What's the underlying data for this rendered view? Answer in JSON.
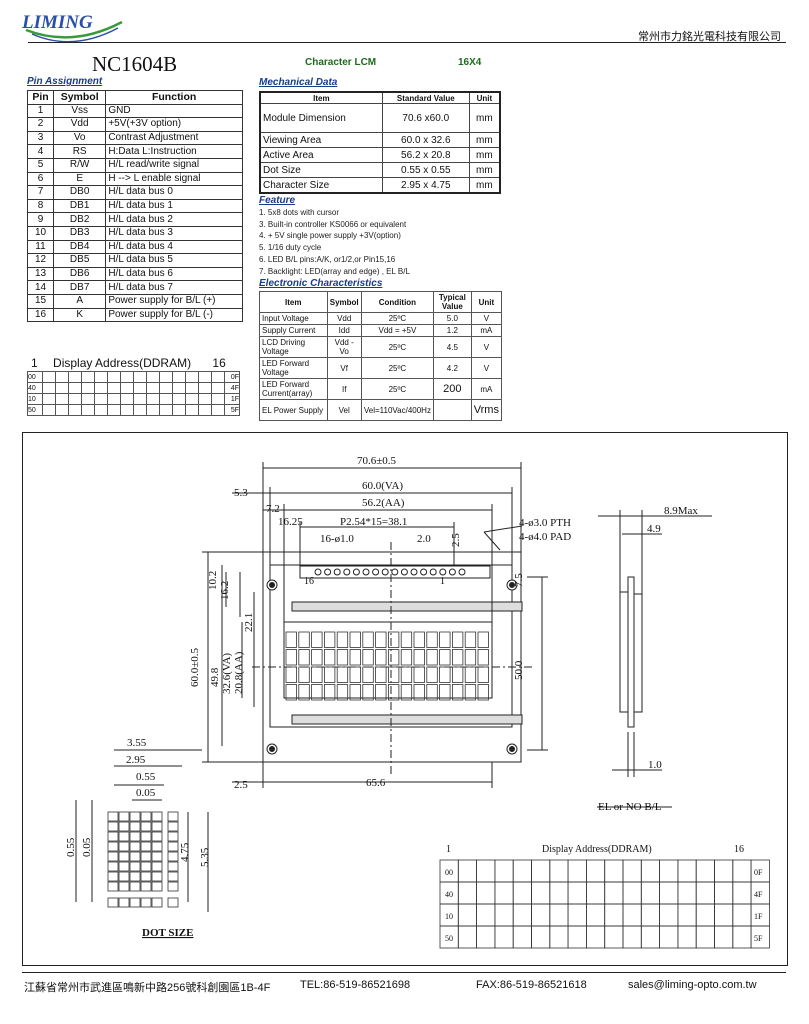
{
  "brand": "LIMING",
  "company": "常州市力銘光電科技有限公司",
  "model": "NC1604B",
  "char_type": "Character LCM",
  "char_size": "16X4",
  "pin_section": "Pin Assignment",
  "pin_headers": [
    "Pin",
    "Symbol",
    "Function"
  ],
  "pins": [
    [
      "1",
      "Vss",
      "GND"
    ],
    [
      "2",
      "Vdd",
      "+5V(+3V option)"
    ],
    [
      "3",
      "Vo",
      "Contrast Adjustment"
    ],
    [
      "4",
      "RS",
      "H:Data L:Instruction"
    ],
    [
      "5",
      "R/W",
      "H/L read/write signal"
    ],
    [
      "6",
      "E",
      "H --> L enable signal"
    ],
    [
      "7",
      "DB0",
      "H/L data bus 0"
    ],
    [
      "8",
      "DB1",
      "H/L data bus 1"
    ],
    [
      "9",
      "DB2",
      "H/L data bus 2"
    ],
    [
      "10",
      "DB3",
      "H/L data bus 3"
    ],
    [
      "11",
      "DB4",
      "H/L data bus 4"
    ],
    [
      "12",
      "DB5",
      "H/L data bus 5"
    ],
    [
      "13",
      "DB6",
      "H/L data bus 6"
    ],
    [
      "14",
      "DB7",
      "H/L data bus 7"
    ],
    [
      "15",
      "A",
      "Power supply for B/L (+)"
    ],
    [
      "16",
      "K",
      "Power supply for B/L (-)"
    ]
  ],
  "mech_section": "Mechanical Data",
  "mech_headers": [
    "Item",
    "Standard Value",
    "Unit"
  ],
  "mech": [
    [
      "Module Dimension",
      "70.6 x60.0",
      "mm"
    ],
    [
      "Viewing Area",
      "60.0 x 32.6",
      "mm"
    ],
    [
      "Active  Area",
      "56.2 x 20.8",
      "mm"
    ],
    [
      "Dot Size",
      "0.55 x 0.55",
      "mm"
    ],
    [
      "Character Size",
      "2.95 x 4.75",
      "mm"
    ]
  ],
  "feature_section": "Feature",
  "features": [
    "1. 5x8 dots with cursor",
    "3. Built-in controller KS0066 or equivalent",
    "4. + 5V single power supply  +3V(option)",
    "5. 1/16 duty cycle",
    "6. LED B/L pins:A/K, or1/2,or Pin15,16",
    "7. Backlight: LED(array and edge) , EL B/L"
  ],
  "elec_section": "Electronic Characteristics",
  "elec_headers": [
    "Item",
    "Symbol",
    "Condition",
    "Typical Value",
    "Unit"
  ],
  "elec": [
    [
      "Input Voltage",
      "Vdd",
      "25ºC",
      "5.0",
      "V"
    ],
    [
      "Supply Current",
      "Idd",
      "Vdd = +5V",
      "1.2",
      "mA"
    ],
    [
      "LCD Driving Voltage",
      "Vdd - Vo",
      "25ºC",
      "4.5",
      "V"
    ],
    [
      "LED Forward Voltage",
      "Vf",
      "25ºC",
      "4.2",
      "V"
    ],
    [
      "LED Forward Current(array)",
      "If",
      "25ºC",
      "200",
      "mA"
    ],
    [
      "EL Power Supply",
      "Vel",
      "Vel=110Vac/400Hz",
      "",
      "Vrms"
    ]
  ],
  "ddram": {
    "start": "1",
    "title": "Display Address(DDRAM)",
    "end": "16",
    "rows": [
      [
        "00",
        "0F"
      ],
      [
        "40",
        "4F"
      ],
      [
        "10",
        "1F"
      ],
      [
        "50",
        "5F"
      ]
    ]
  },
  "drawing": {
    "w_total": "70.6±0.5",
    "w_va": "60.0(VA)",
    "w_aa": "56.2(AA)",
    "pitch": "P2.54*15=38.1",
    "hole_dia": "16-ø1.0",
    "d_2_0": "2.0",
    "d_2_5": "2.5",
    "d_16_25": "16.25",
    "d_7_2": "7.2",
    "d_5_3": "5.3",
    "pth": "4-ø3.0 PTH",
    "pad": "4-ø4.0 PAD",
    "thick": "8.9Max",
    "d_4_9": "4.9",
    "d_1_0": "1.0",
    "el": "EL or NO B/L",
    "h_total": "60.0±0.5",
    "h_49_8": "49.8",
    "h_va": "32.6(VA)",
    "h_aa": "20.8(AA)",
    "h_22_1": "22.1",
    "h_16_2": "16.2",
    "h_10_2": "10.2",
    "h_7_5": "7.5",
    "h_50_0": "50.0",
    "b_2_5": "2.5",
    "b_65_6": "65.6",
    "pin16": "16",
    "pin1": "1",
    "ds_3_55": "3.55",
    "ds_2_95": "2.95",
    "ds_0_55": "0.55",
    "ds_0_05": "0.05",
    "ds_v055": "0.55",
    "ds_v005": "0.05",
    "ds_4_75": "4.75",
    "ds_5_35": "5.35",
    "dot_size": "DOT SIZE"
  },
  "footer": {
    "address": "江蘇省常州市武進區鳴新中路256號科創園區1B-4F",
    "tel": "TEL:86-519-86521698",
    "fax": "FAX:86-519-86521618",
    "email": "sales@liming-opto.com.tw"
  },
  "colors": {
    "green": "#1e6b1e",
    "blue": "#1a3a8a",
    "logo_blue": "#2a4fa8",
    "logo_green": "#3a9a3a"
  }
}
